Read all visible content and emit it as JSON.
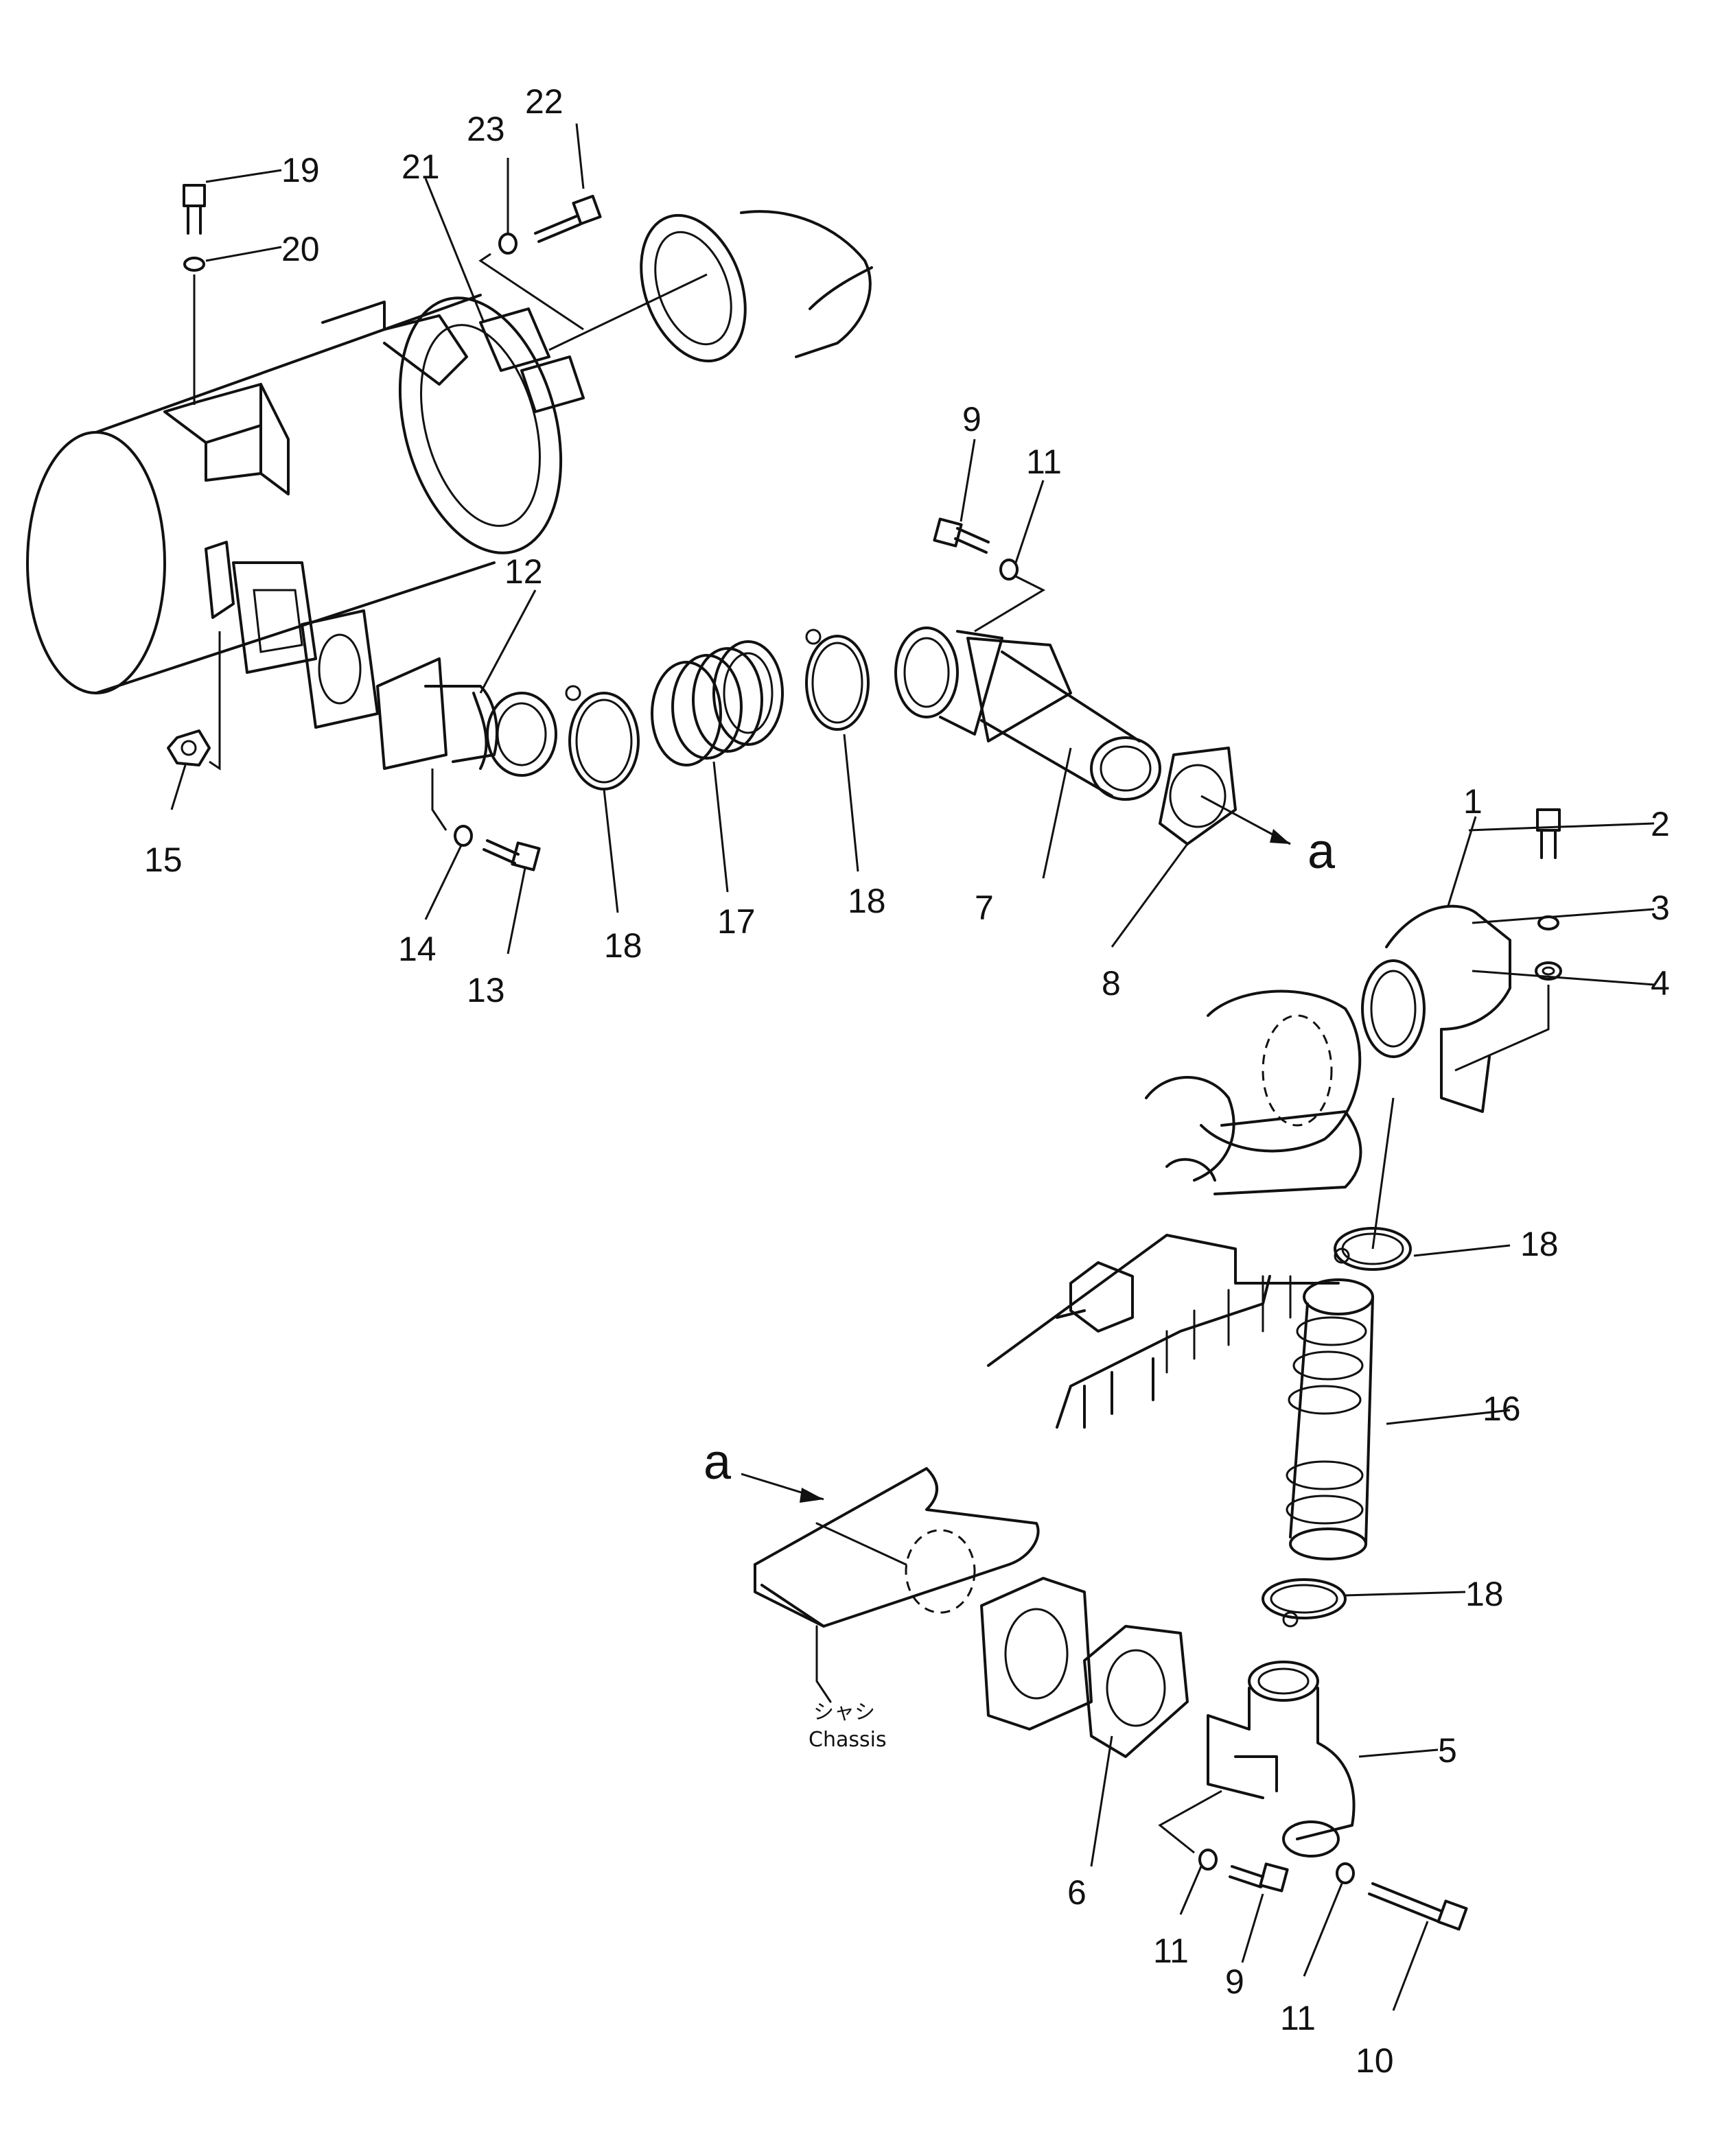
{
  "callouts": [
    "1",
    "2",
    "3",
    "4",
    "5",
    "6",
    "7",
    "8",
    "9",
    "11",
    "12",
    "13",
    "14",
    "15",
    "16",
    "17",
    "18",
    "19",
    "20",
    "21",
    "22",
    "23",
    "10"
  ],
  "section_marker": "a",
  "chassis_label_jp": "シャシ",
  "chassis_label_en": "Chassis"
}
